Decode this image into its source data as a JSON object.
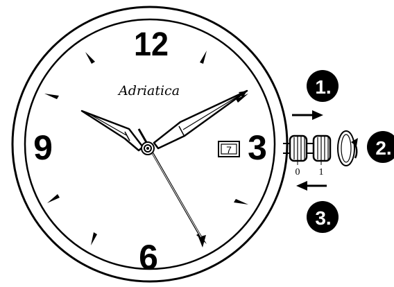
{
  "brand": "Adriatica",
  "dial": {
    "numerals": {
      "twelve": "12",
      "three": "3",
      "six": "6",
      "nine": "9"
    },
    "date": "7"
  },
  "crown": {
    "position_labels": [
      "0",
      "1"
    ]
  },
  "steps": [
    {
      "number": "1.",
      "action": "pull crown out"
    },
    {
      "number": "2.",
      "action": "rotate crown"
    },
    {
      "number": "3.",
      "action": "push crown in"
    }
  ],
  "colors": {
    "ink": "#000000",
    "paper": "#ffffff"
  }
}
